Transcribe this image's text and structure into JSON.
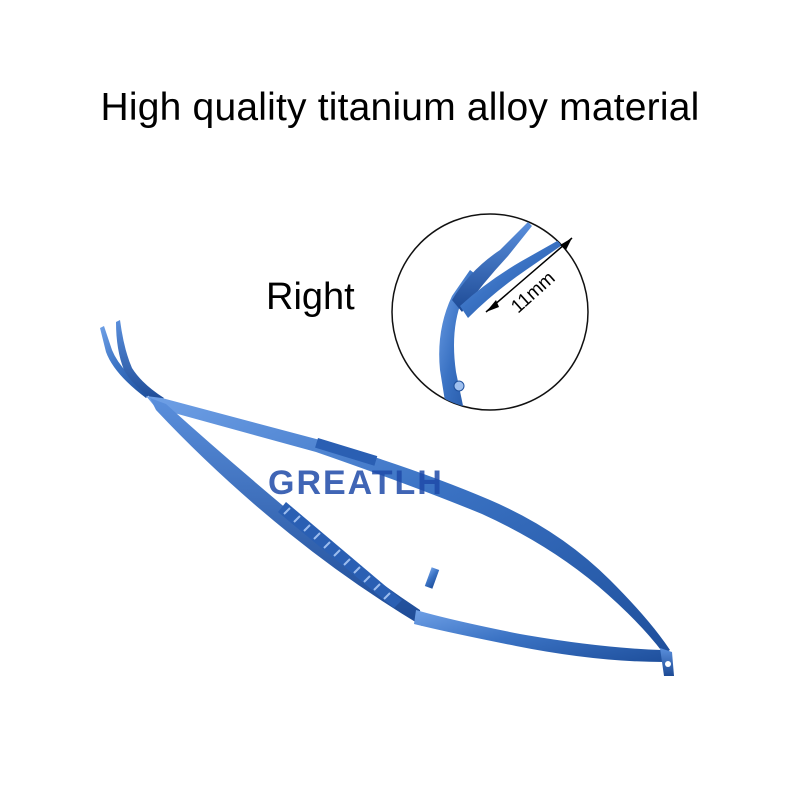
{
  "headline": "High quality titanium alloy material",
  "side_label": "Right",
  "callout": {
    "measurement": "11mm"
  },
  "watermark": "GREATLH",
  "colors": {
    "background": "#ffffff",
    "text": "#000000",
    "titanium_blue": "#3b73c4",
    "titanium_dark": "#1e4f9c",
    "watermark": "#1f4aa8"
  }
}
